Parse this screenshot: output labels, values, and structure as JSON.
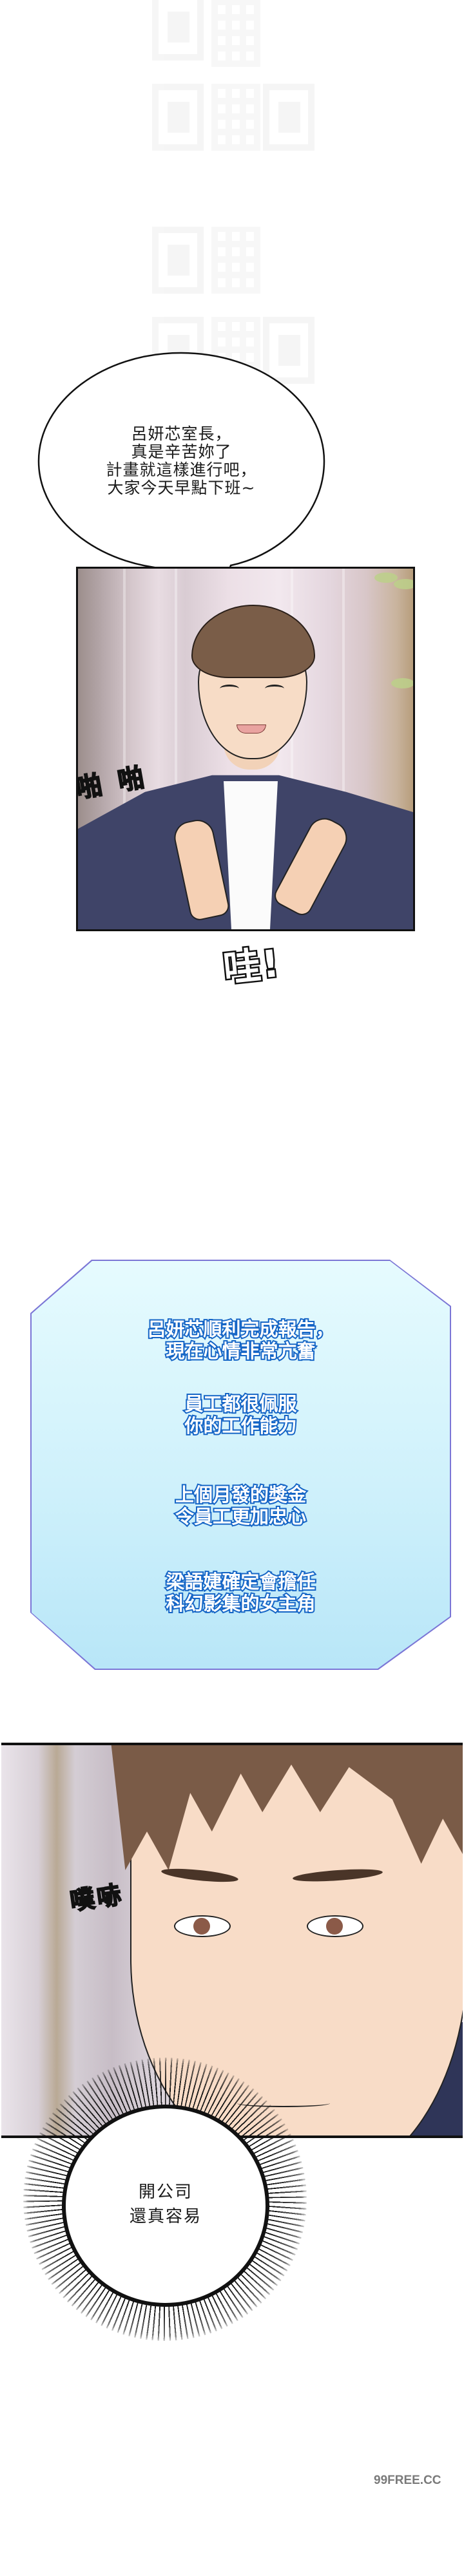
{
  "page": {
    "type": "webtoon-strip",
    "background": "#ffffff"
  },
  "bubble_1": {
    "lines": [
      "呂妍芯室長，",
      "真是辛苦妳了",
      "計畫就這樣進行吧，",
      "大家今天早點下班~"
    ]
  },
  "panel_1": {
    "sfx_clap": "啪 啪",
    "description": "smiling man in navy blazer clapping"
  },
  "sfx_wow": "哇!",
  "narration": {
    "border_color": "#7b76d6",
    "fill_top": "#e6fbfe",
    "fill_bottom": "#b8e6f8",
    "text_stroke": "#1565c6",
    "blocks": [
      {
        "line1": "呂妍芯順利完成報告，",
        "line2": "現在心情非常亢奮"
      },
      {
        "line1": "員工都很佩服",
        "line2": "你的工作能力"
      },
      {
        "line1": "上個月發的獎金",
        "line2": "令員工更加忠心"
      },
      {
        "line1": "梁語婕確定會擔任",
        "line2": "科幻影集的女主角"
      }
    ]
  },
  "panel_2": {
    "sfx": "噗哧",
    "description": "close-up of man smirking"
  },
  "burst_bubble": {
    "lines": [
      "開公司",
      "還真容易"
    ]
  },
  "watermark": "99FREE.CC"
}
